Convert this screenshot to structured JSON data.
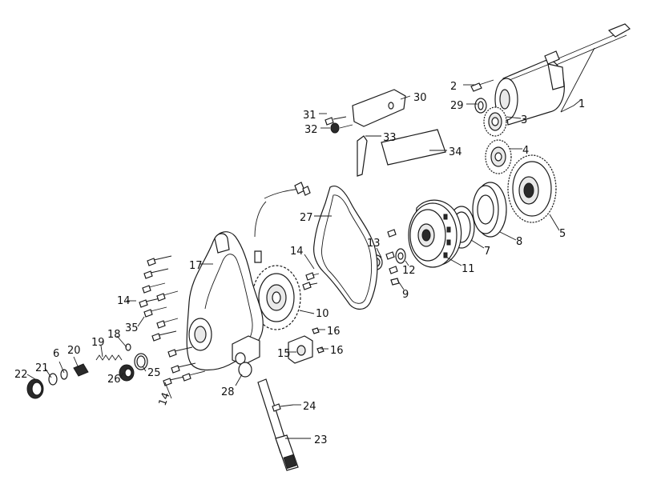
{
  "callouts": [
    {
      "id": "c1",
      "text": "1"
    },
    {
      "id": "c2",
      "text": "2"
    },
    {
      "id": "c3",
      "text": "3"
    },
    {
      "id": "c4",
      "text": "4"
    },
    {
      "id": "c5",
      "text": "5"
    },
    {
      "id": "c6",
      "text": "6"
    },
    {
      "id": "c7",
      "text": "7"
    },
    {
      "id": "c8",
      "text": "8"
    },
    {
      "id": "c9",
      "text": "9"
    },
    {
      "id": "c10",
      "text": "10"
    },
    {
      "id": "c11",
      "text": "11"
    },
    {
      "id": "c12",
      "text": "12"
    },
    {
      "id": "c13",
      "text": "13"
    },
    {
      "id": "c14a",
      "text": "14"
    },
    {
      "id": "c14b",
      "text": "14"
    },
    {
      "id": "c14c",
      "text": "14"
    },
    {
      "id": "c15",
      "text": "15"
    },
    {
      "id": "c16a",
      "text": "16"
    },
    {
      "id": "c16b",
      "text": "16"
    },
    {
      "id": "c17",
      "text": "17"
    },
    {
      "id": "c18",
      "text": "18"
    },
    {
      "id": "c19",
      "text": "19"
    },
    {
      "id": "c20",
      "text": "20"
    },
    {
      "id": "c21",
      "text": "21"
    },
    {
      "id": "c22",
      "text": "22"
    },
    {
      "id": "c23",
      "text": "23"
    },
    {
      "id": "c24",
      "text": "24"
    },
    {
      "id": "c25",
      "text": "25"
    },
    {
      "id": "c26",
      "text": "26"
    },
    {
      "id": "c27",
      "text": "27"
    },
    {
      "id": "c28",
      "text": "28"
    },
    {
      "id": "c29",
      "text": "29"
    },
    {
      "id": "c30",
      "text": "30"
    },
    {
      "id": "c31",
      "text": "31"
    },
    {
      "id": "c32",
      "text": "32"
    },
    {
      "id": "c33",
      "text": "33"
    },
    {
      "id": "c34",
      "text": "34"
    },
    {
      "id": "c35",
      "text": "35"
    }
  ]
}
